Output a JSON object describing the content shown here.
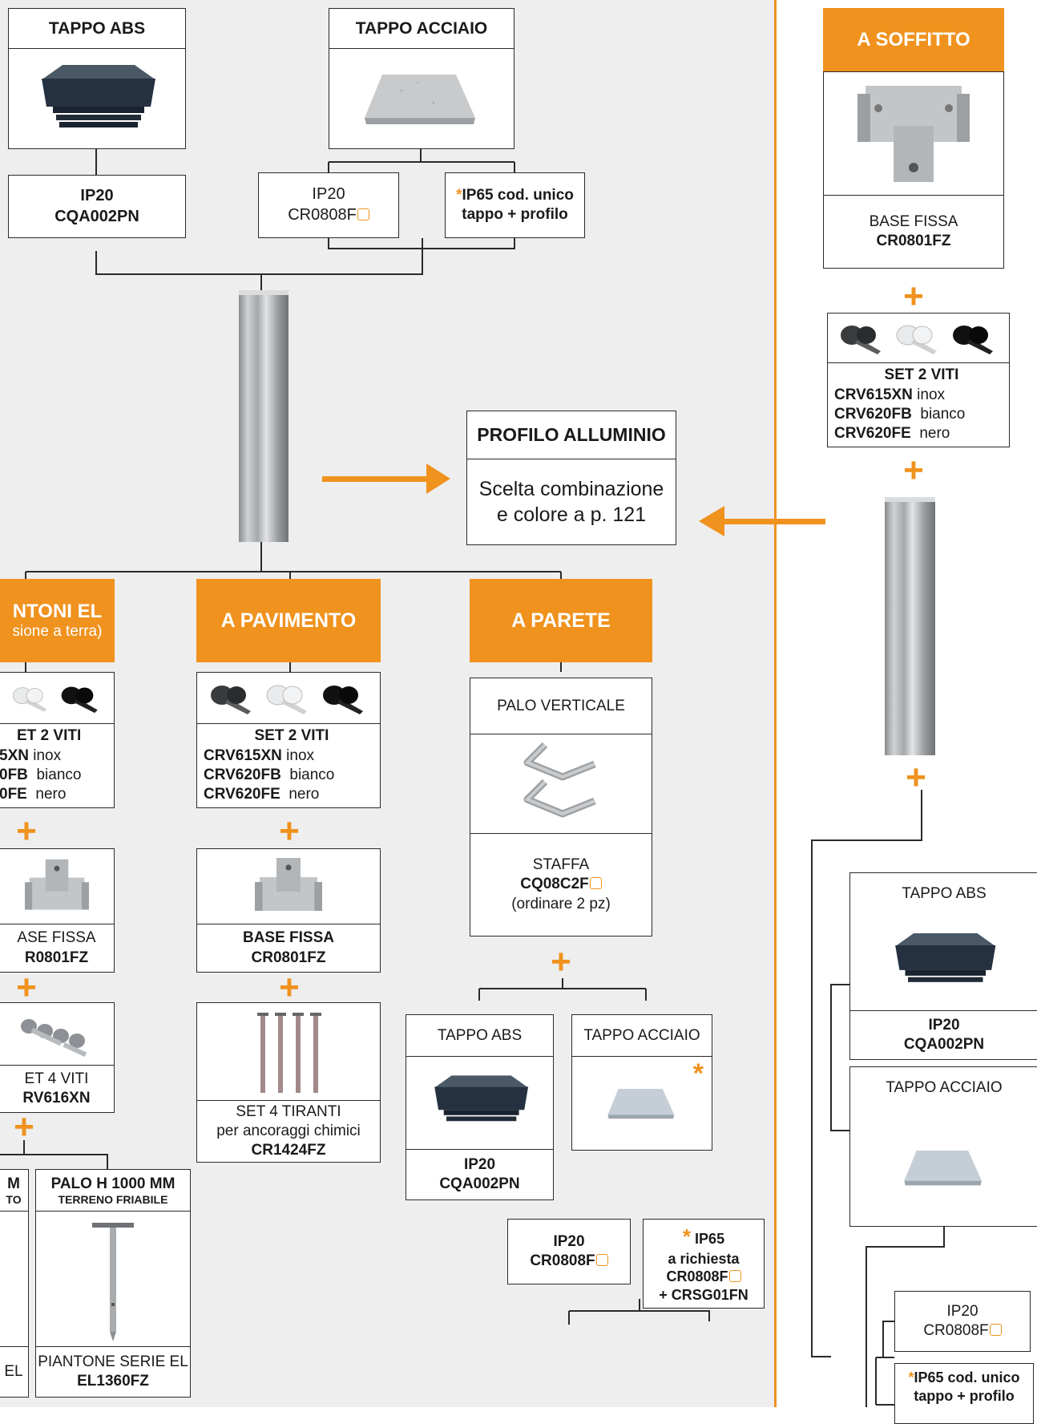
{
  "top": {
    "tappo_abs": {
      "title": "TAPPO ABS",
      "ip": "IP20",
      "code": "CQA002PN"
    },
    "tappo_acciaio": {
      "title": "TAPPO ACCIAIO",
      "opt1_ip": "IP20",
      "opt1_code": "CR0808F",
      "opt2_line1": "IP65 cod. unico",
      "opt2_line2": "tappo + profilo"
    }
  },
  "profilo": {
    "title": "PROFILO ALLUMINIO",
    "line1": "Scelta combinazione",
    "line2": "e colore a p. 121"
  },
  "soffitto": {
    "label": "A SOFFITTO",
    "base_title": "BASE FISSA",
    "base_code": "CR0801FZ",
    "viti": {
      "title": "SET 2 VITI",
      "r1_code": "CRV615XN",
      "r1_type": "inox",
      "r2_code": "CRV620FB",
      "r2_type": "bianco",
      "r3_code": "CRV620FE",
      "r3_type": "nero"
    },
    "tappo_abs": {
      "title": "TAPPO ABS",
      "ip": "IP20",
      "code": "CQA002PN"
    },
    "tappo_acciaio": {
      "title": "TAPPO ACCIAIO"
    },
    "opt1_ip": "IP20",
    "opt1_code": "CR0808F",
    "opt2_line1": "IP65 cod. unico",
    "opt2_line2": "tappo + profilo"
  },
  "piantoni": {
    "label": "NTONI EL",
    "sub": "sione a terra)",
    "viti": {
      "title": "ET 2 VITI",
      "r1": "5XN",
      "r1_type": "inox",
      "r2": "0FB",
      "r2_type": "bianco",
      "r3": "0FE",
      "r3_type": "nero"
    },
    "base_title": "ASE FISSA",
    "base_code": "R0801FZ",
    "viti4_title": "ET 4 VITI",
    "viti4_code": "RV616XN",
    "palo_a_title": "M",
    "palo_a_sub": "TO",
    "palo_a_footer": "EL",
    "palo_b_title": "PALO H 1000 MM",
    "palo_b_sub": "TERRENO FRIABILE",
    "palo_b_footer1": "PIANTONE SERIE EL",
    "palo_b_footer2": "EL1360FZ"
  },
  "pavimento": {
    "label": "A PAVIMENTO",
    "viti": {
      "title": "SET 2 VITI",
      "r1_code": "CRV615XN",
      "r1_type": "inox",
      "r2_code": "CRV620FB",
      "r2_type": "bianco",
      "r3_code": "CRV620FE",
      "r3_type": "nero"
    },
    "base_title": "BASE FISSA",
    "base_code": "CR0801FZ",
    "tiranti_title": "SET 4 TIRANTI",
    "tiranti_desc": "per ancoraggi chimici",
    "tiranti_code": "CR1424FZ"
  },
  "parete": {
    "label": "A PARETE",
    "palo_title": "PALO VERTICALE",
    "staffa_label": "STAFFA",
    "staffa_code": "CQ08C2F",
    "staffa_note": "(ordinare 2 pz)",
    "tappo_abs": {
      "title": "TAPPO ABS",
      "ip": "IP20",
      "code": "CQA002PN"
    },
    "tappo_acciaio": {
      "title": "TAPPO ACCIAIO"
    },
    "opt1_ip": "IP20",
    "opt1_code": "CR0808F",
    "opt2_ip": "IP65",
    "opt2_line2": "a richiesta",
    "opt2_code1": "CR0808F",
    "opt2_code2": "+ CRSG01FN"
  },
  "symbols": {
    "plus": "+",
    "star": "*"
  },
  "colors": {
    "accent": "#f0921e",
    "background_left": "#eeeeee",
    "line": "#2a2a2a"
  },
  "icons": [
    "square-cap-icon",
    "steel-plate-icon",
    "screw-icon",
    "fixed-base-icon",
    "bracket-icon",
    "tie-rod-icon",
    "ground-pole-icon",
    "arrow-right-icon",
    "arrow-left-icon"
  ]
}
